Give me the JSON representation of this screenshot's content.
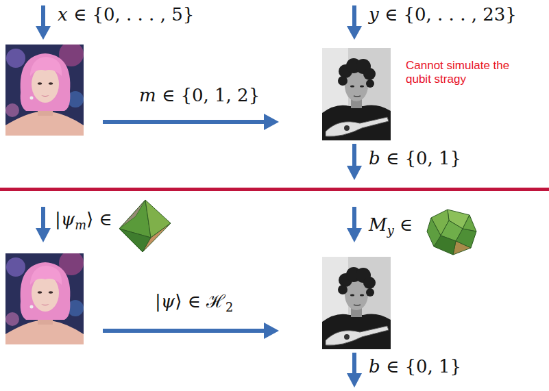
{
  "diagram": {
    "labels": [
      "x ∈ {0, . . . , 5}",
      "m ∈ {0, 1, 2}",
      "y ∈ {0, . . . , 23}",
      "Cannot simulate the qubit stragy",
      "b ∈ {0, 1}",
      "|ψm⟩ ∈",
      "|ψ⟩ ∈ ℋ2",
      "My ∈",
      "b ∈ {0, 1}"
    ]
  }
}
